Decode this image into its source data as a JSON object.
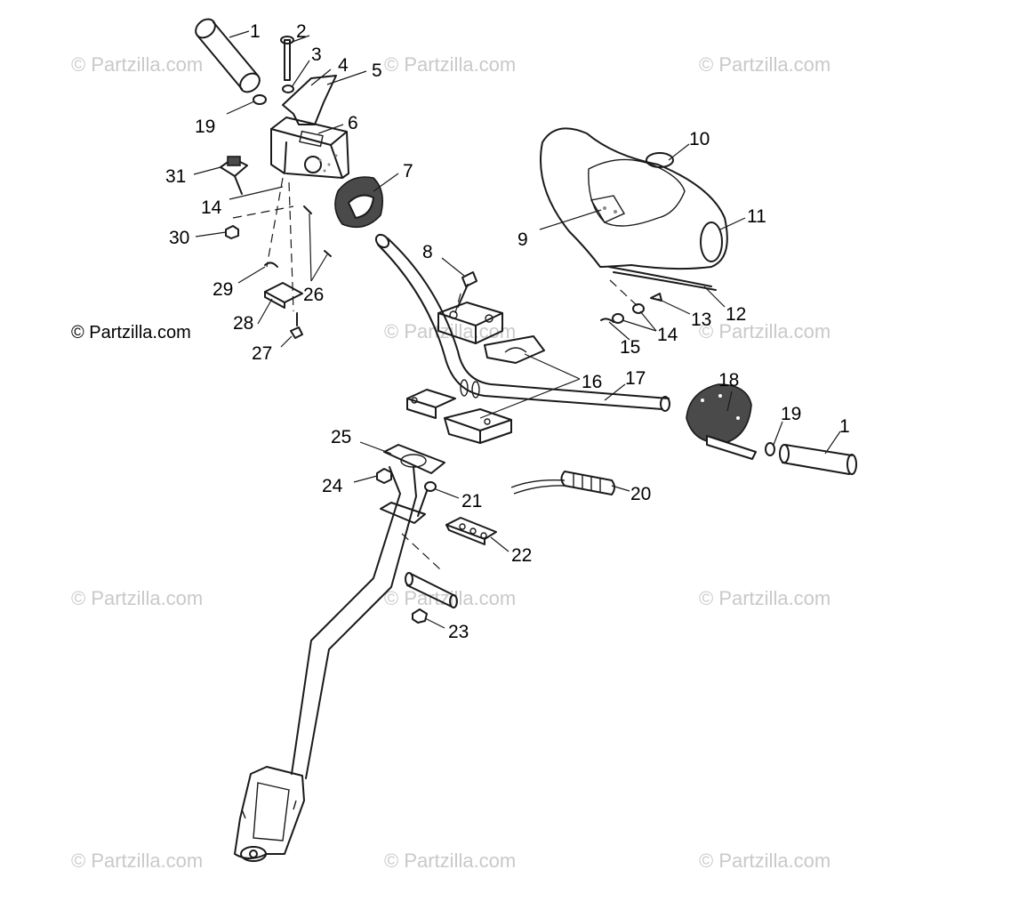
{
  "watermark": "© Partzilla.com",
  "copyright": "© Partzilla.com",
  "callouts": [
    "1",
    "2",
    "3",
    "4",
    "5",
    "6",
    "7",
    "8",
    "9",
    "10",
    "11",
    "12",
    "13",
    "14",
    "15",
    "16",
    "17",
    "18",
    "19",
    "20",
    "21",
    "22",
    "23",
    "24",
    "25",
    "26",
    "27",
    "28",
    "29",
    "30",
    "31"
  ],
  "labels": {
    "n1a": "1",
    "n1b": "1",
    "n2": "2",
    "n3": "3",
    "n4": "4",
    "n5": "5",
    "n6": "6",
    "n7": "7",
    "n8": "8",
    "n9": "9",
    "n10": "10",
    "n11": "11",
    "n12": "12",
    "n13": "13",
    "n14a": "14",
    "n14b": "14",
    "n15": "15",
    "n16": "16",
    "n17": "17",
    "n18": "18",
    "n19a": "19",
    "n19b": "19",
    "n20": "20",
    "n21": "21",
    "n22": "22",
    "n23": "23",
    "n24": "24",
    "n25": "25",
    "n26": "26",
    "n27": "27",
    "n28": "28",
    "n29": "29",
    "n30": "30",
    "n31": "31"
  }
}
